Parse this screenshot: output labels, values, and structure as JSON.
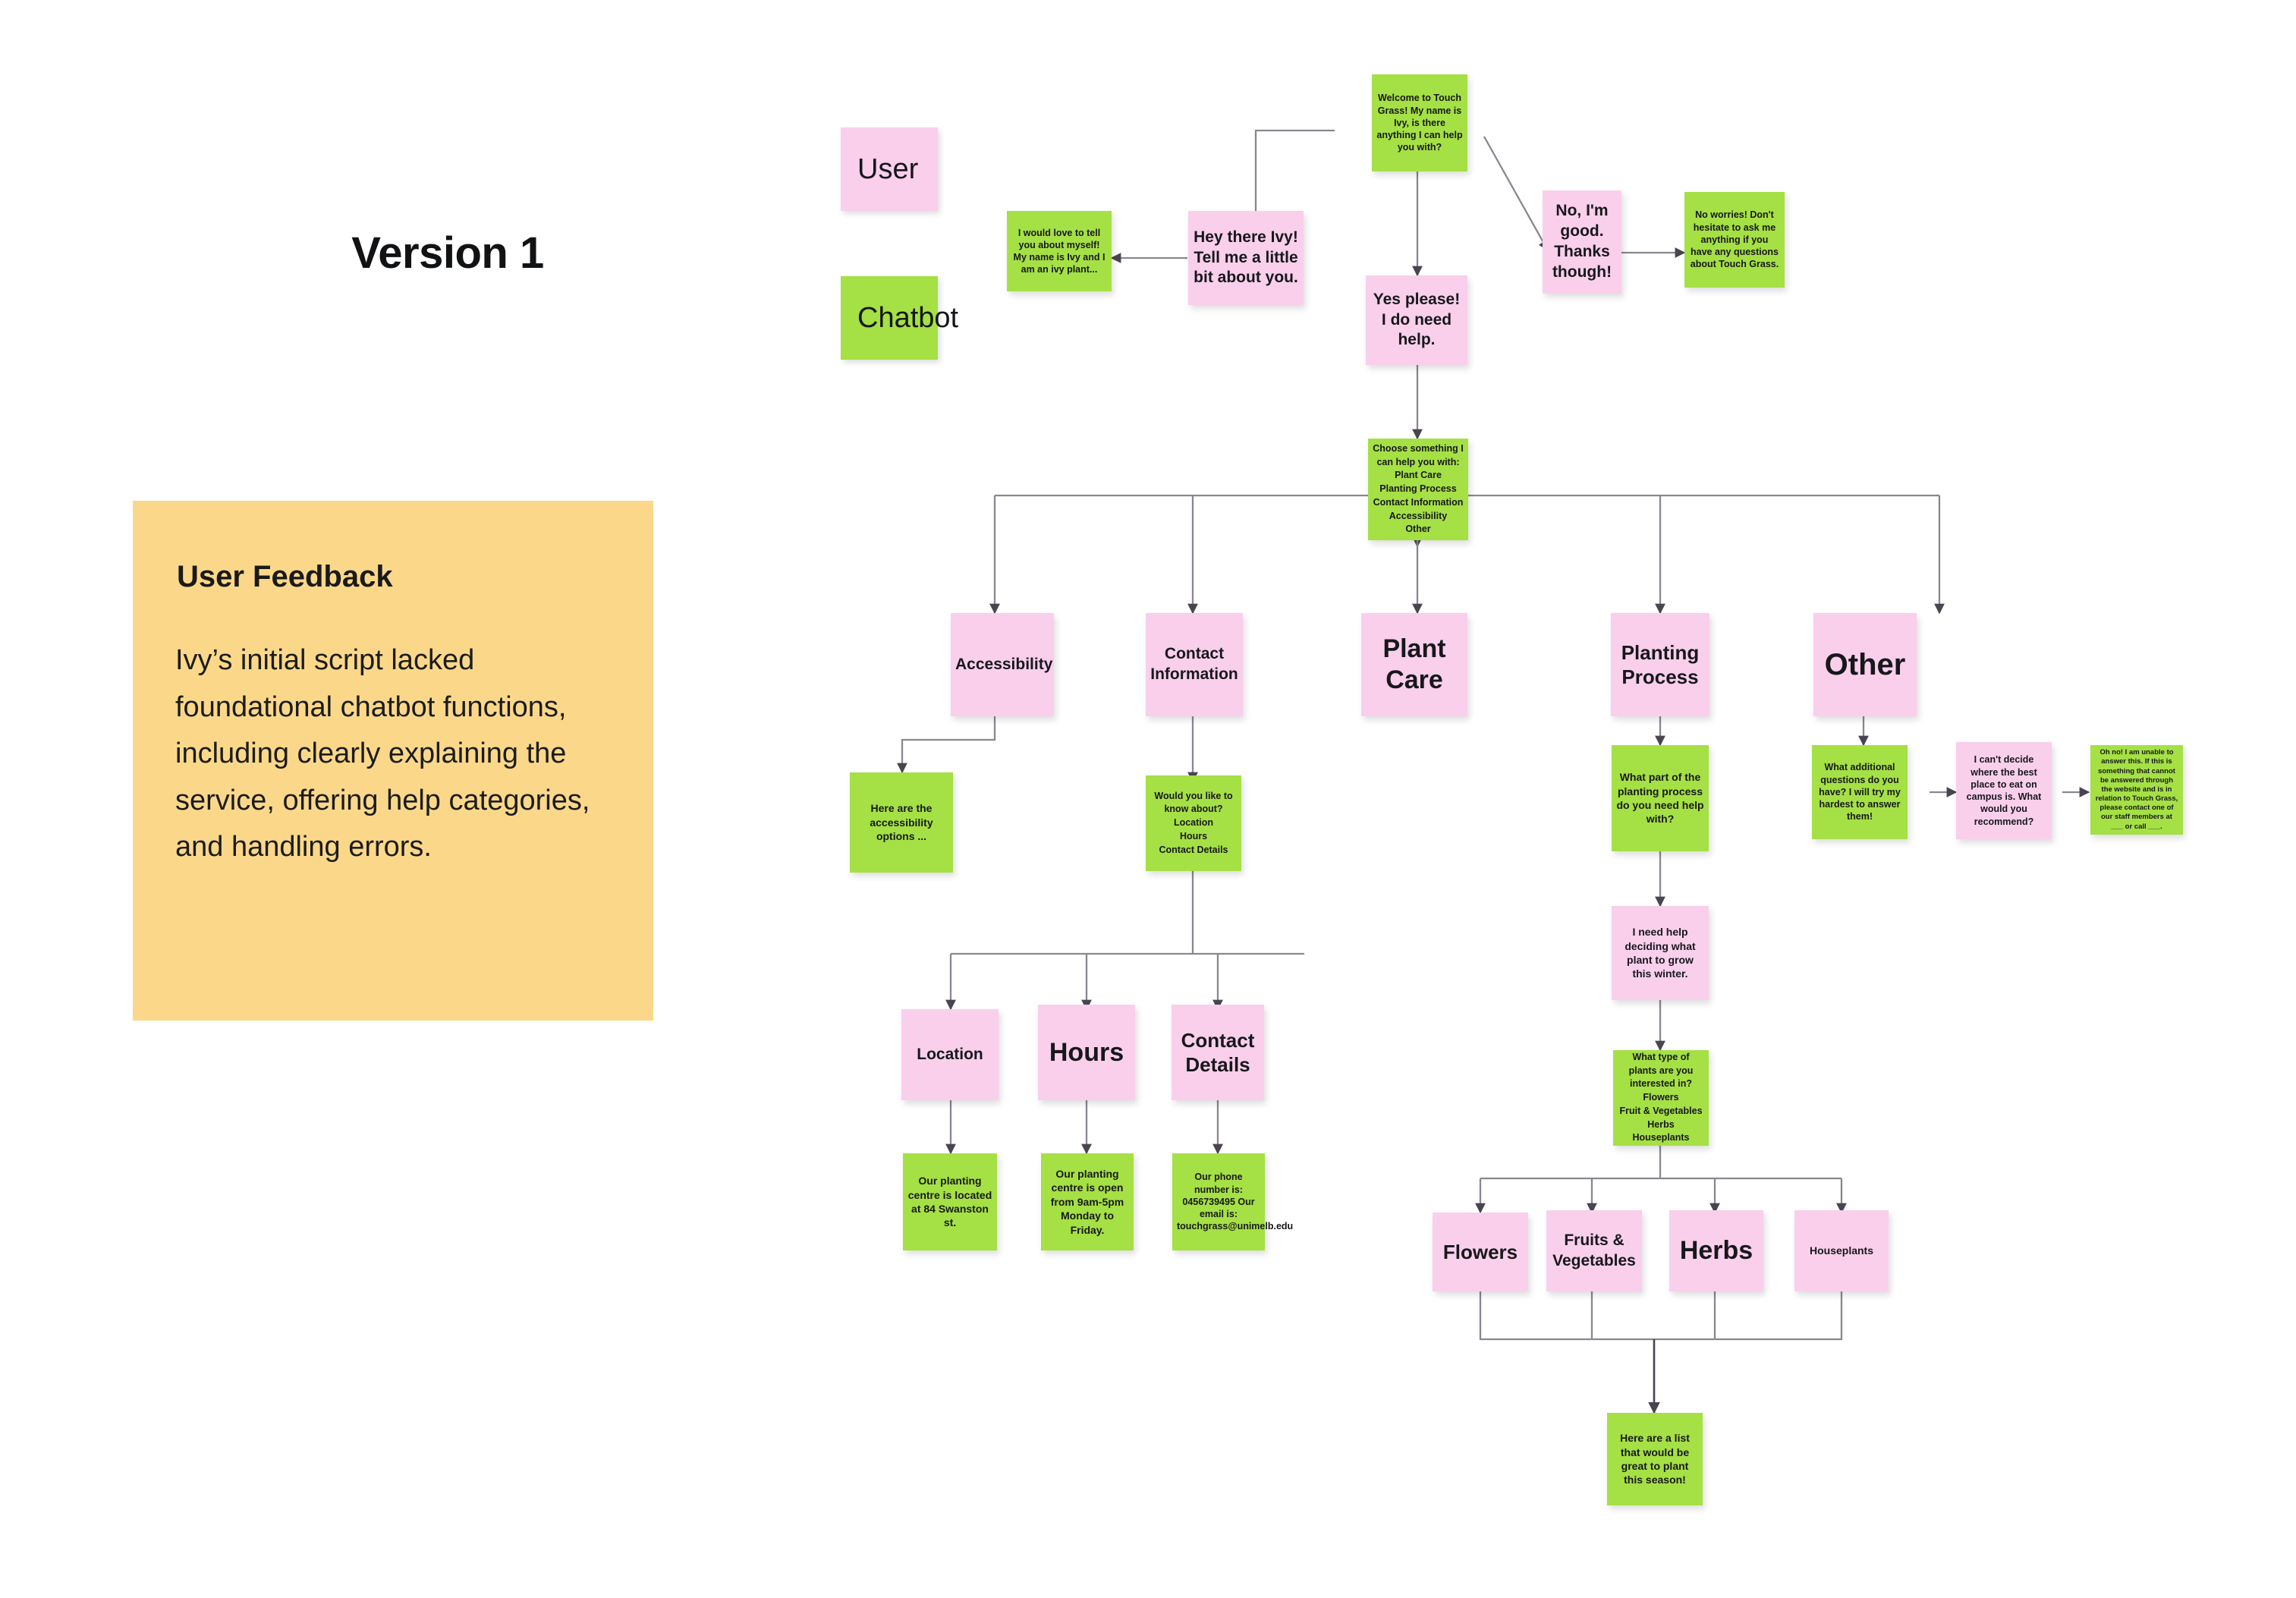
{
  "page": {
    "title": "Version 1"
  },
  "feedback": {
    "heading": "User Feedback",
    "body": "Ivy’s initial script lacked foundational chatbot functions, including clearly explaining the service, offering help categories, and handling errors."
  },
  "legend": {
    "user_label": "User",
    "chatbot_label": "Chatbot",
    "user_color": "#f9cfec",
    "chatbot_color": "#a5e045"
  },
  "flow": {
    "welcome": "Welcome to Touch Grass! My name is Ivy, is there anything I can help you with?",
    "hey_there_ivy": "Hey there Ivy! Tell me a little bit about you.",
    "about_ivy": "I would love to tell you about myself! My name is Ivy and I am an ivy plant...",
    "yes_please": "Yes please! I do need help.",
    "no_im_good": "No, I'm good. Thanks though!",
    "no_worries": "No worries! Don't hesitate to ask me anything if you have any questions about Touch Grass.",
    "menu": "Choose something I can help you with:\nPlant Care\nPlanting Process\nContact Information\nAccessibility\nOther",
    "cat_accessibility": "Accessibility",
    "cat_contact_information": "Contact\nInformation",
    "cat_plant_care": "Plant\nCare",
    "cat_planting_process": "Planting\nProcess",
    "cat_other": "Other",
    "accessibility_answer": "Here are the accessibility options ...",
    "contact_menu": "Would you like to know about?\nLocation\nHours\nContact Details",
    "sub_location": "Location",
    "sub_hours": "Hours",
    "sub_contact_details": "Contact\nDetails",
    "location_answer": "Our planting centre is located at 84 Swanston st.",
    "hours_answer": "Our planting centre is open from 9am-5pm Monday to Friday.",
    "contact_answer": "Our phone number is: 0456739495 Our email is: touchgrass@unimelb.edu",
    "planting_question": "What part of the planting process do you need help with?",
    "planting_user_reply": "I need help deciding what plant to grow this winter.",
    "plant_type_menu": "What type of plants are you interested in?\nFlowers\nFruit & Vegetables\nHerbs\nHouseplants",
    "type_flowers": "Flowers",
    "type_fruits_vegetables": "Fruits &\nVegetables",
    "type_herbs": "Herbs",
    "type_houseplants": "Houseplants",
    "plant_list_answer": "Here are a list that would be great to plant this season!",
    "other_question": "What additional questions do you have? I will try my hardest to answer them!",
    "other_user_reply": "I can't decide where the best place to eat on campus is. What would you recommend?",
    "other_fallback": "Oh no! I am unable to answer this. If this is something that cannot be answered through the website and is in relation to Touch Grass, please contact one of our staff members at ___ or call ___."
  }
}
